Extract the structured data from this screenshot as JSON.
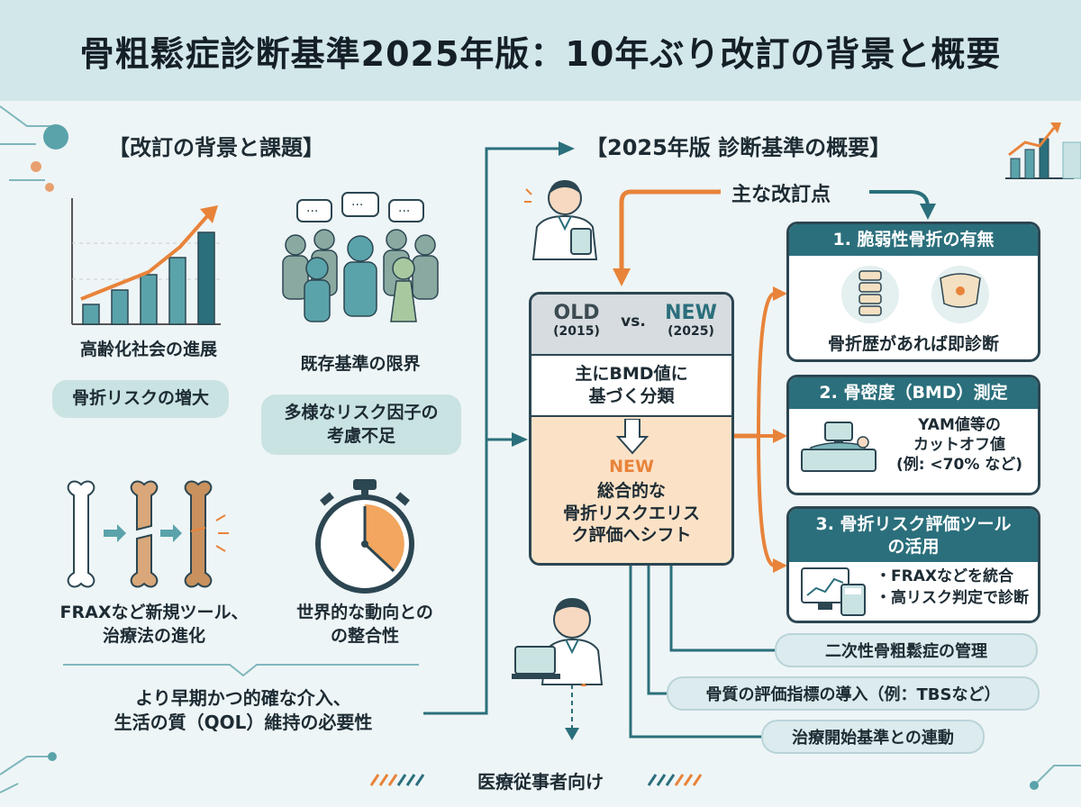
{
  "title": "骨粗鬆症診断基準2025年版：10年ぶり改訂の背景と概要",
  "left": {
    "heading": "【改訂の背景と課題】",
    "item1": "高齢化社会の進展",
    "bubble1": "骨折リスクの増大",
    "item2": "既存基準の限界",
    "bubble2": "多様なリスク因子の\n考慮不足",
    "item3": "FRAXなど新規ツール、\n治療法の進化",
    "item4": "世界的な動向との\nの整合性",
    "conclusion": "より早期かつ的確な介入、\n生活の質（QOL）維持の必要性"
  },
  "right": {
    "heading": "【2025年版 診断基準の概要】",
    "main_points": "主な改訂点",
    "compare": {
      "old_label": "OLD",
      "old_year": "(2015)",
      "vs": "vs.",
      "new_label": "NEW",
      "new_year": "(2025)",
      "old_desc": "主にBMD値に\n基づく分類",
      "new_tag": "NEW",
      "new_desc": "総合的な\n骨折リスクエリス\nク評価へシフト"
    },
    "card1": {
      "title": "1. 脆弱性骨折の有無",
      "text": "骨折歴があれば即診断"
    },
    "card2": {
      "title": "2. 骨密度（BMD）測定",
      "text": "YAM値等の\nカットオフ値\n(例: <70% など)"
    },
    "card3": {
      "title": "3. 骨折リスク評価ツール\nの活用",
      "bullet1": "・FRAXなどを統合",
      "bullet2": "・高リスク判定で診断"
    },
    "extra1": "二次性骨粗鬆症の管理",
    "extra2": "骨質の評価指標の導入（例：TBSなど）",
    "extra3": "治療開始基準との連動"
  },
  "footer": "医療従事者向け",
  "colors": {
    "teal": "#2b6f7c",
    "orange": "#e8833a",
    "dark": "#2c4652",
    "header_bg": "#d2e7ea"
  }
}
